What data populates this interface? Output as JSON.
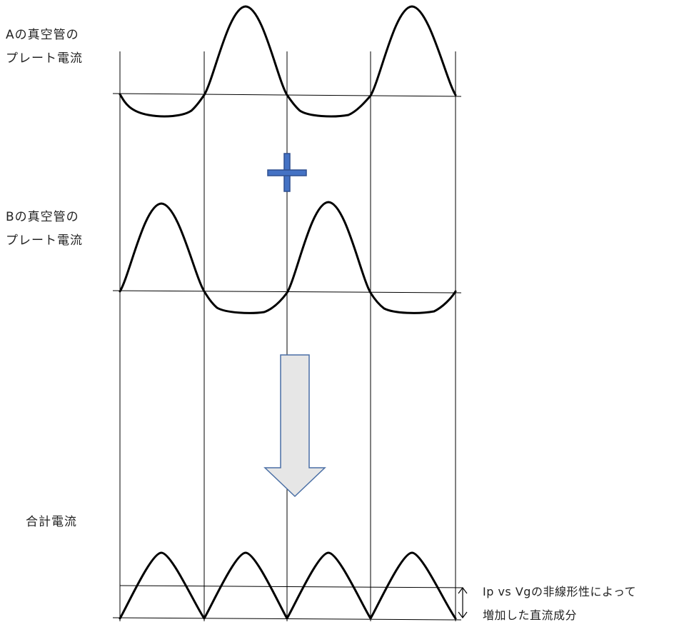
{
  "labels": {
    "plate_a": [
      "Aの真空管の",
      "プレート電流"
    ],
    "plate_b": [
      "Bの真空管の",
      "プレート電流"
    ],
    "total": "合計電流",
    "dc_note": [
      "Ip vs Vgの非線形性によって",
      "増加した直流成分"
    ]
  },
  "symbols": {
    "plus": "plus-sign",
    "arrow": "down-arrow",
    "dc_arrow": "double-headed-arrow"
  },
  "colors": {
    "stroke": "#000000",
    "plus_fill": "#4472c4",
    "plus_stroke": "#2f4f8f",
    "arrow_fill": "#e6e6e6",
    "arrow_stroke": "#4a6fa5"
  }
}
